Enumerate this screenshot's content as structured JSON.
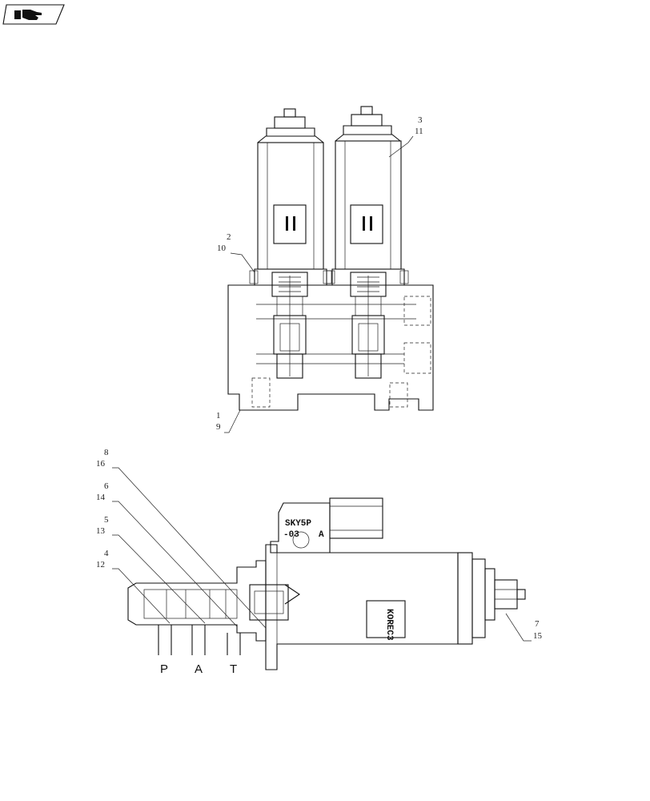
{
  "callouts": {
    "c3_11": [
      "3",
      "11"
    ],
    "c2_10": [
      "2",
      "10"
    ],
    "c1_9": [
      "1",
      "9"
    ],
    "c8_16": [
      "8",
      "16"
    ],
    "c6_14": [
      "6",
      "14"
    ],
    "c5_13": [
      "5",
      "13"
    ],
    "c4_12": [
      "4",
      "12"
    ],
    "c7_15": [
      "7",
      "15"
    ]
  },
  "ports": {
    "p": "P",
    "a": "A",
    "t": "T"
  },
  "markings": {
    "label_line1": "SKY5P",
    "label_line2": "-03",
    "label_line3": "A",
    "maker": "KOREC3"
  },
  "icons": {
    "nav": "hand-pointer-icon"
  }
}
